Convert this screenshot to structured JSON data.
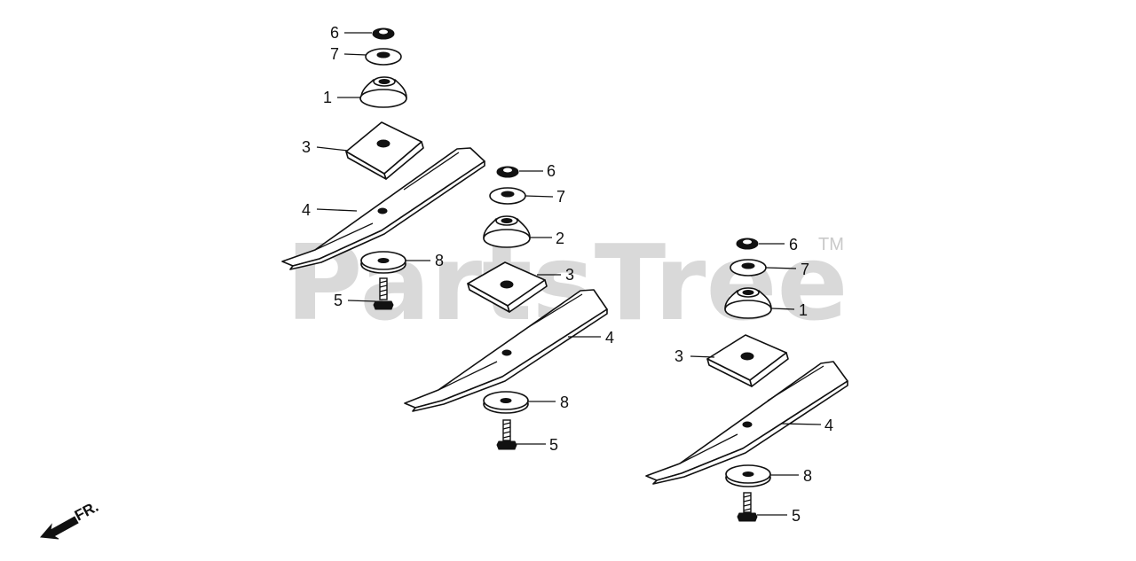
{
  "watermark": {
    "text": "PartsTree",
    "trademark": "TM"
  },
  "orientation": {
    "label": "FR."
  },
  "callouts": {
    "left": {
      "nut": "6",
      "washer": "7",
      "adapter": "1",
      "stiffener": "3",
      "blade": "4",
      "blade_washer": "8",
      "bolt": "5"
    },
    "center": {
      "nut": "6",
      "washer": "7",
      "adapter": "2",
      "stiffener": "3",
      "blade": "4",
      "blade_washer": "8",
      "bolt": "5"
    },
    "right": {
      "nut": "6",
      "washer": "7",
      "adapter": "1",
      "stiffener": "3",
      "blade": "4",
      "blade_washer": "8",
      "bolt": "5"
    }
  }
}
